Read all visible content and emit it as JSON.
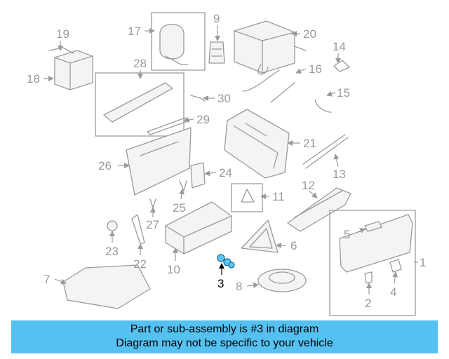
{
  "diagram": {
    "highlighted_part": "3",
    "callouts": [
      "1",
      "2",
      "3",
      "4",
      "5",
      "6",
      "7",
      "8",
      "9",
      "10",
      "11",
      "12",
      "13",
      "14",
      "15",
      "16",
      "17",
      "18",
      "19",
      "20",
      "21",
      "22",
      "23",
      "24",
      "25",
      "26",
      "27",
      "28",
      "29",
      "30"
    ]
  },
  "banner": {
    "line1": "Part or sub-assembly is #3 in diagram",
    "line2": "Diagram may not be specific to your vehicle"
  },
  "colors": {
    "banner_bg": "#55c1f0",
    "highlight": "#5bc8f2",
    "line_gray": "#9a9a9a"
  }
}
